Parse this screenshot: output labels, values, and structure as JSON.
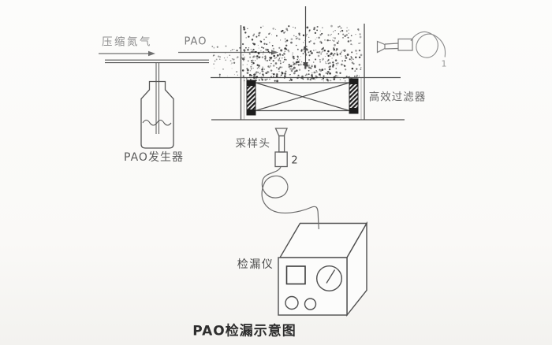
{
  "diagram": {
    "title": "PAO检漏示意图",
    "labels": {
      "compressed_nitrogen": "压缩氮气",
      "pao": "PAO",
      "pao_generator": "PAO发生器",
      "hepa_filter": "高效过滤器",
      "sampling_head": "采样头",
      "leak_detector": "检漏仪",
      "upstream_probe_number": "1",
      "sampling_head_number": "2"
    },
    "colors": {
      "background": "#fbfbf9",
      "line": "#4f4f4f",
      "gasket_fill": "#1d1d1d",
      "particle": "#2f2f2f",
      "label_text": "#6a6a6a",
      "title_text": "#2e2e2e"
    }
  }
}
